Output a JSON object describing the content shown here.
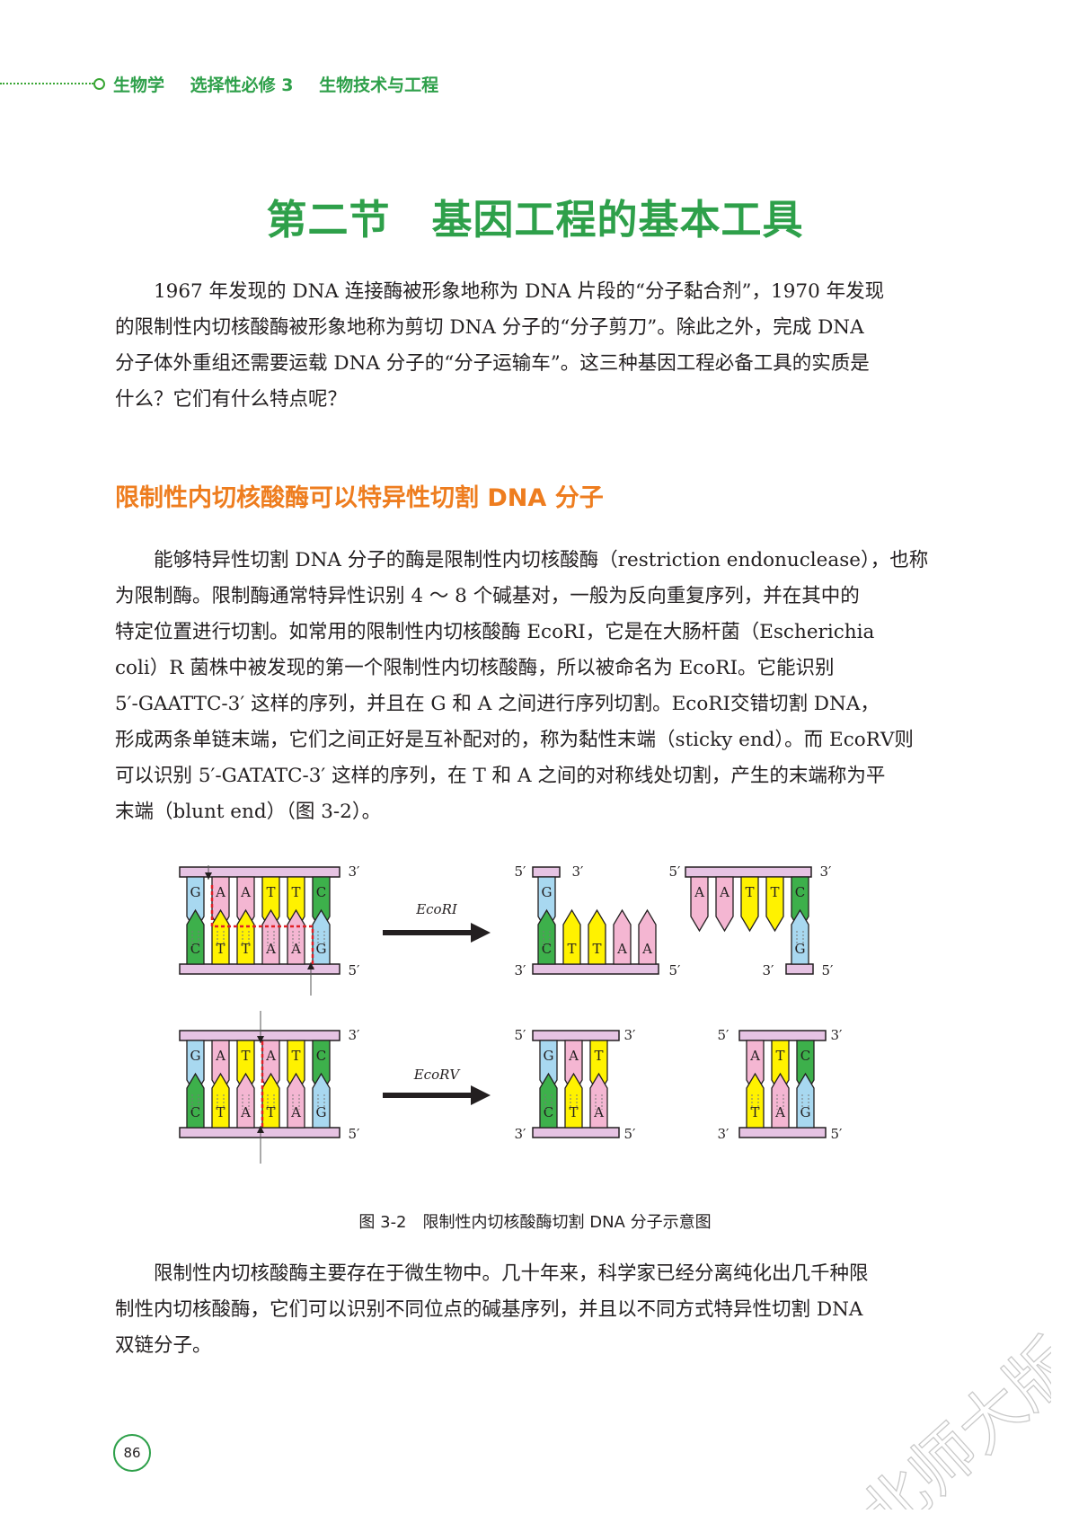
{
  "header": {
    "items": [
      "生物学",
      "选择性必修 3",
      "生物技术与工程"
    ]
  },
  "title": "第二节　基因工程的基本工具",
  "intro": {
    "lines": [
      "　　1967 年发现的 DNA 连接酶被形象地称为 DNA 片段的“分子黏合剂”，1970 年发现",
      "的限制性内切核酸酶被形象地称为剪切 DNA 分子的“分子剪刀”。除此之外，完成 DNA",
      "分子体外重组还需要运载 DNA 分子的“分子运输车”。这三种基因工程必备工具的实质是",
      "什么？它们有什么特点呢？"
    ]
  },
  "section_title": "限制性内切核酸酶可以特异性切割 DNA 分子",
  "body1": {
    "lines": [
      "　　能够特异性切割 DNA 分子的酶是限制性内切核酸酶（restriction endonuclease），也称",
      "为限制酶。限制酶通常特异性识别 4 ～ 8 个碱基对，一般为反向重复序列，并在其中的",
      "特定位置进行切割。如常用的限制性内切核酸酶 EcoRⅠ，它是在大肠杆菌（Escherichia",
      "coli）R 菌株中被发现的第一个限制性内切核酸酶，所以被命名为 EcoRⅠ。它能识别",
      "5′-GAATTC-3′ 这样的序列，并且在 G 和 A 之间进行序列切割。EcoRⅠ交错切割 DNA，",
      "形成两条单链末端，它们之间正好是互补配对的，称为黏性末端（sticky end）。而 EcoRⅤ则",
      "可以识别 5′-GATATC-3′ 这样的序列，在 T 和 A 之间的对称线处切割，产生的末端称为平",
      "末端（blunt end）（图 3-2）。"
    ]
  },
  "figure": {
    "caption": "图 3-2　限制性内切核酸酶切割 DNA 分子示意图",
    "ecori_label": "EcoRⅠ",
    "ecorv_label": "EcoRⅤ",
    "ecori_top": [
      "G",
      "A",
      "A",
      "T",
      "T",
      "C"
    ],
    "ecori_bottom": [
      "C",
      "T",
      "T",
      "A",
      "A",
      "G"
    ],
    "ecorv_top": [
      "G",
      "A",
      "T",
      "A",
      "T",
      "C"
    ],
    "ecorv_bottom": [
      "C",
      "T",
      "A",
      "T",
      "A",
      "G"
    ],
    "prime5": "5′",
    "prime3": "3′",
    "colors": {
      "G": "#a8d8f0",
      "A": "#f4b6d2",
      "T": "#fff200",
      "C": "#3db04b",
      "backbone": "#e6c3e3"
    }
  },
  "body2": {
    "lines": [
      "　　限制性内切核酸酶主要存在于微生物中。几十年来，科学家已经分离纯化出几千种限",
      "制性内切核酸酶，它们可以识别不同位点的碱基序列，并且以不同方式特异性切割 DNA",
      "双链分子。"
    ]
  },
  "page_number": "86",
  "watermark": "北师大版"
}
